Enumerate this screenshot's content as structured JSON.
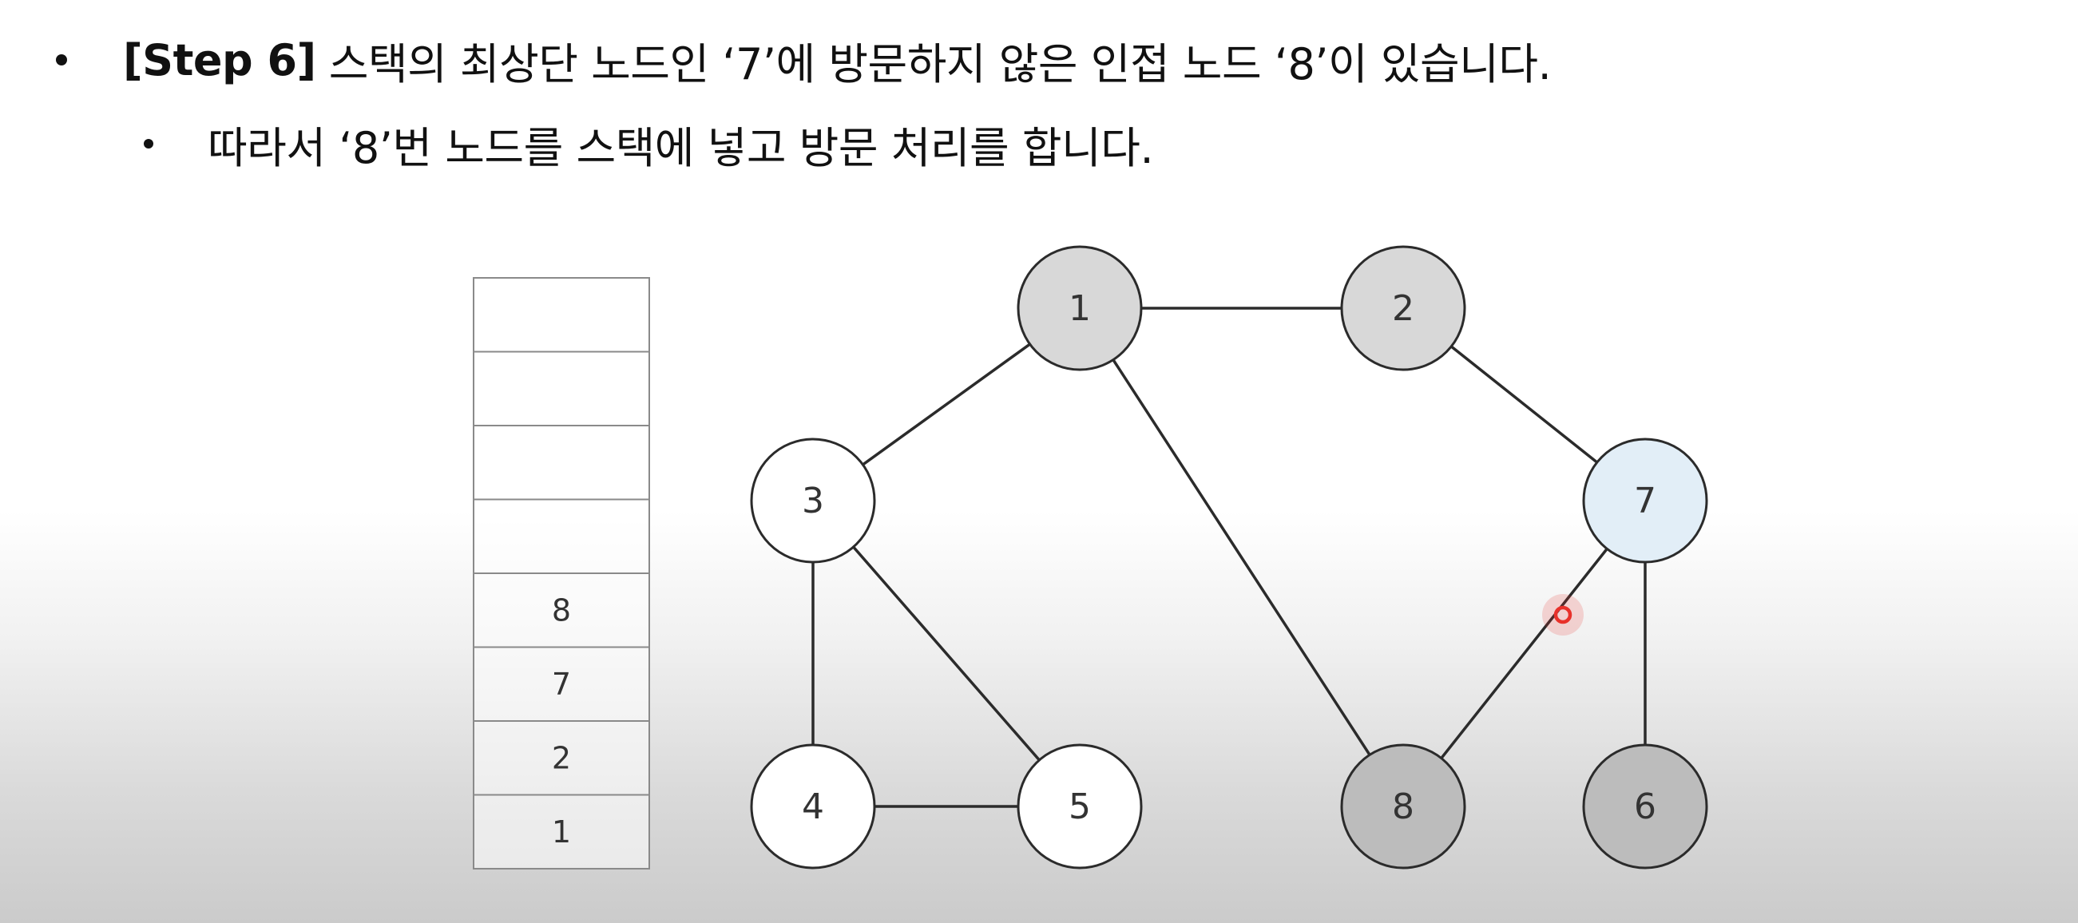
{
  "bullets": {
    "line1": {
      "step": "[Step 6]",
      "text": "스택의 최상단 노드인 ‘7’에 방문하지 않은 인접 노드 ‘8’이 있습니다."
    },
    "line2": {
      "text": "따라서 ‘8’번 노드를 스택에 넣고 방문 처리를 합니다."
    }
  },
  "stack": {
    "slots": [
      "",
      "",
      "",
      "",
      "8",
      "7",
      "2",
      "1"
    ]
  },
  "graph": {
    "nodes": [
      {
        "id": "1",
        "state": "visited"
      },
      {
        "id": "2",
        "state": "visited"
      },
      {
        "id": "3",
        "state": "unvisited"
      },
      {
        "id": "4",
        "state": "unvisited"
      },
      {
        "id": "5",
        "state": "unvisited"
      },
      {
        "id": "6",
        "state": "processed"
      },
      {
        "id": "7",
        "state": "current"
      },
      {
        "id": "8",
        "state": "processed"
      }
    ],
    "edges": [
      [
        "1",
        "2"
      ],
      [
        "1",
        "3"
      ],
      [
        "1",
        "8"
      ],
      [
        "2",
        "7"
      ],
      [
        "3",
        "4"
      ],
      [
        "3",
        "5"
      ],
      [
        "4",
        "5"
      ],
      [
        "7",
        "8"
      ],
      [
        "7",
        "6"
      ]
    ],
    "colors": {
      "unvisited": "#ffffff",
      "visited": "#d8d8d8",
      "processed": "#bcbcbc",
      "current": "#e2eef7",
      "stroke": "#2b2b2b",
      "cursor": "#e8312a"
    }
  }
}
